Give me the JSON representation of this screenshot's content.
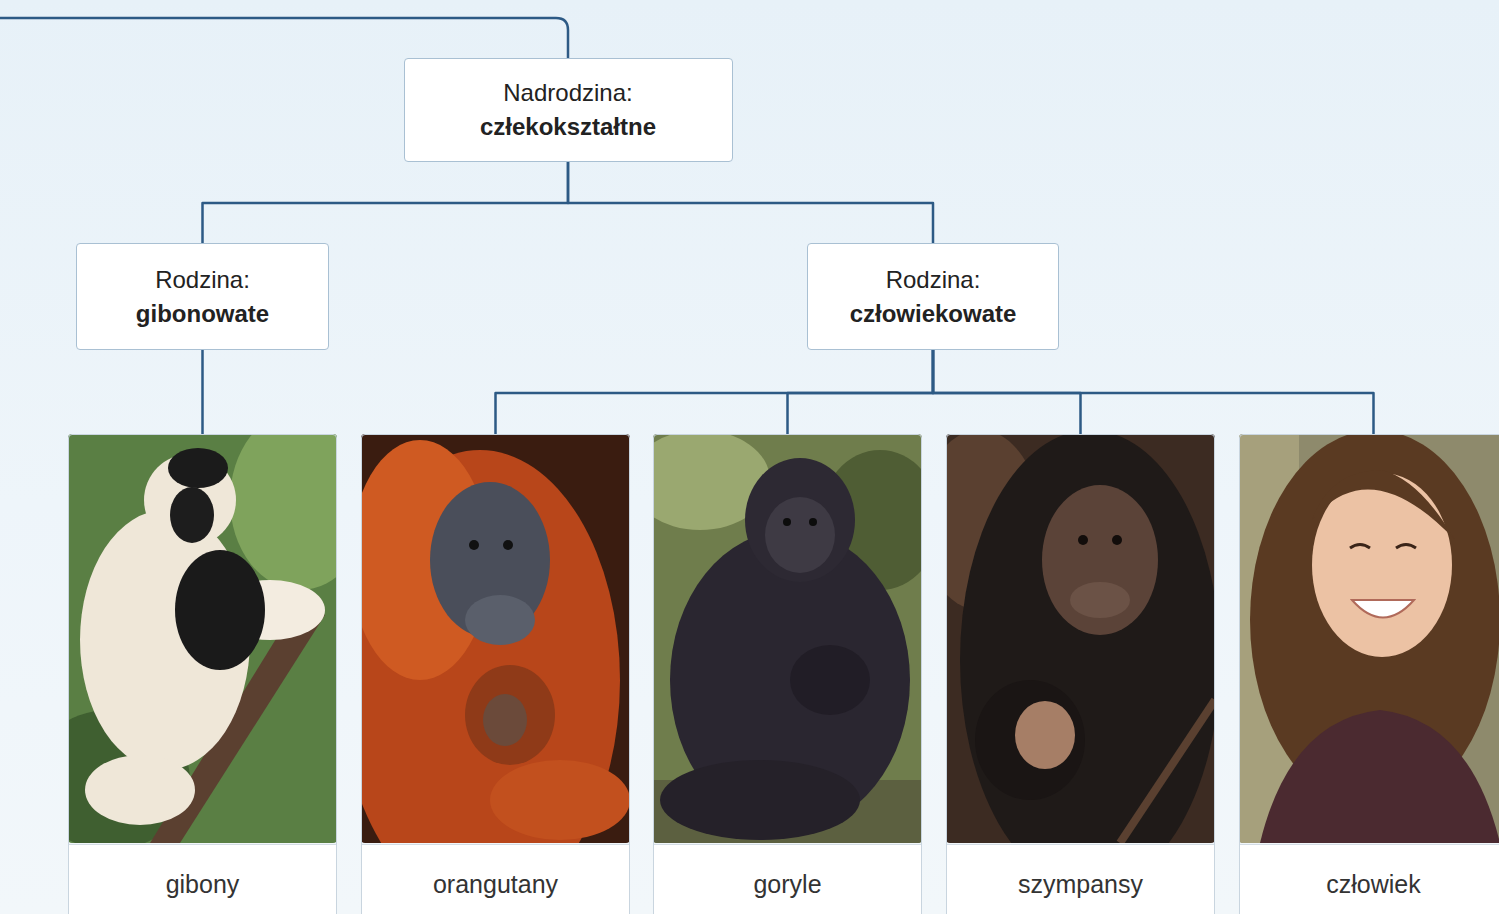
{
  "diagram": {
    "nodes": [
      {
        "text": [
          "Nadrodzina:",
          "człekokształtne"
        ]
      },
      {
        "text": [
          "Rodzina:",
          "gibonowate"
        ]
      },
      {
        "text": [
          "Rodzina:",
          "człowiekowate"
        ]
      },
      {
        "text": [
          "gibony"
        ]
      },
      {
        "text": [
          "orangutany"
        ]
      },
      {
        "text": [
          "goryle"
        ]
      },
      {
        "text": [
          "szympansy"
        ]
      },
      {
        "text": [
          "człowiek"
        ]
      }
    ],
    "edges": [
      {
        "from": 0,
        "to": 1,
        "arrow": "none"
      },
      {
        "from": 0,
        "to": 2,
        "arrow": "none"
      },
      {
        "from": 1,
        "to": 3,
        "arrow": "none"
      },
      {
        "from": 2,
        "to": 4,
        "arrow": "none"
      },
      {
        "from": 2,
        "to": 5,
        "arrow": "none"
      },
      {
        "from": 2,
        "to": 6,
        "arrow": "none"
      },
      {
        "from": 2,
        "to": 7,
        "arrow": "none"
      }
    ]
  }
}
